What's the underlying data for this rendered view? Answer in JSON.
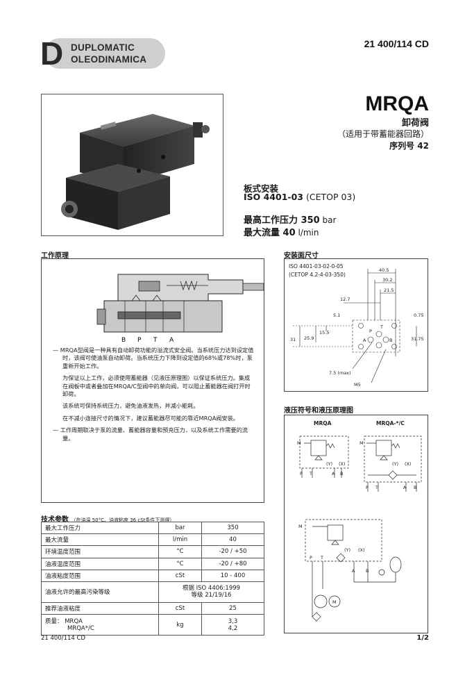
{
  "header": {
    "logo_line1": "DUPLOMATIC",
    "logo_line2": "OLEODINAMICA",
    "doc_code": "21 400/114 CD"
  },
  "title": {
    "model": "MRQA",
    "name": "卸荷阀",
    "subtitle": "（适用于带蓄能器回路）",
    "series": "序列号 42"
  },
  "mounting": {
    "line1": "板式安装",
    "standard": "ISO 4401-03",
    "cetop": " (CETOP 03)"
  },
  "ratings": {
    "pressure_label": "最高工作压力 ",
    "pressure_value": "350",
    "pressure_unit": " bar",
    "flow_label": "最大流量 ",
    "flow_value": "40",
    "flow_unit": " l/min"
  },
  "operating": {
    "title": "工作原理",
    "ports": [
      "B",
      "P",
      "T",
      "A"
    ],
    "p1": "— MRQA型阀是一种具有自动卸荷功能的溢流式安全阀。当系统压力达到设定值时，该阀可使油泵自动卸荷。当系统压力下降到设定值的68%或78%时，泵重新开始工作。",
    "p2": "为保证以上工作，必须使用蓄能器（见液压原理图）以保证系统压力。集成在阀板中或者叠加在MRQA/C型阀中的单向阀，可以阻止蓄能器在阀打开时卸荷。",
    "p3": "该系统可保持系统压力，避免油液发热，并减小能耗。",
    "p4": "在不减小连接尺寸的情况下，建议蓄能器尽可能的靠近MRQA阀安装。",
    "p5": "— 工作周期取决于泵的流量、蓄能器容量和预充压力，以及系统工作需要的流量。"
  },
  "dimensions": {
    "title": "安装面尺寸",
    "std1": "ISO 4401-03-02-0-05",
    "std2": "(CETOP 4.2-4-03-350)",
    "d_40_5": "40.5",
    "d_30_2": "30.2",
    "d_21_5": "21.5",
    "d_12_7": "12.7",
    "d_5_1": "5.1",
    "d_0_75": "0.75",
    "d_15_5": "15.5",
    "d_25_9": "25.9",
    "d_31": "31",
    "d_31_75": "31.75",
    "d_7_5": "7.5 (max)",
    "d_m5": "M5",
    "port_p": "P",
    "port_t": "T",
    "port_a": "A",
    "port_b": "B"
  },
  "hydraulic": {
    "title": "液压符号和液压原理图",
    "sym1": "MRQA",
    "sym2": "MRQA-*/C",
    "label_m": "M",
    "label_y": "(Y)",
    "label_x": "(X)",
    "label_p": "P",
    "label_t": "T",
    "label_a": "A",
    "label_b": "B",
    "label_motor": "M"
  },
  "specs": {
    "title": "技术参数",
    "note": "（在油温 50°C、油液粘度 36 cSt条件下测得）",
    "rows": [
      {
        "param": "最大工作压力",
        "unit": "bar",
        "value": "350"
      },
      {
        "param": "最大流量",
        "unit": "l/min",
        "value": "40"
      },
      {
        "param": "环境温度范围",
        "unit": "°C",
        "value": "-20 / +50"
      },
      {
        "param": "油液温度范围",
        "unit": "°C",
        "value": "-20 / +80"
      },
      {
        "param": "油液粘度范围",
        "unit": "cSt",
        "value": "10 - 400"
      },
      {
        "param": "油液允许的最高污染等级",
        "unit": "",
        "value": "根据 ISO 4406:1999",
        "value2": "等级 21/19/16"
      },
      {
        "param": "推荐油液粘度",
        "unit": "cSt",
        "value": "25"
      },
      {
        "param": "质量：   MRQA",
        "param2": "MRQA*/C",
        "unit": "kg",
        "value": "3,3",
        "value2": "4,2"
      }
    ]
  },
  "footer": {
    "code": "21 400/114 CD",
    "page": "1/2"
  }
}
